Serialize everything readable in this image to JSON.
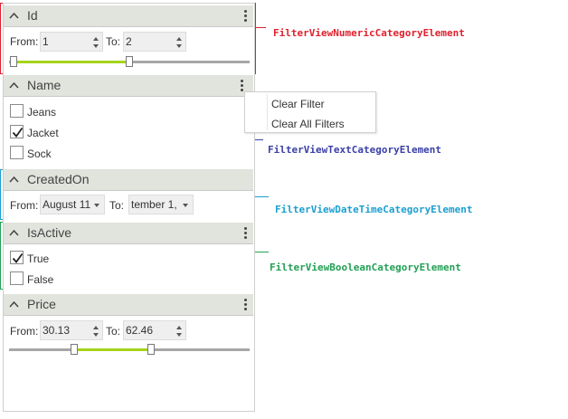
{
  "categories": {
    "id": {
      "title": "Id",
      "from_label": "From:",
      "from_value": "1",
      "to_label": "To:",
      "to_value": "2",
      "range_start": 0.02,
      "range_end": 0.5
    },
    "name": {
      "title": "Name",
      "items": [
        {
          "label": "Jeans",
          "checked": false
        },
        {
          "label": "Jacket",
          "checked": true
        },
        {
          "label": "Sock",
          "checked": false
        }
      ]
    },
    "created_on": {
      "title": "CreatedOn",
      "from_label": "From:",
      "from_value": "August 11",
      "to_label": "To:",
      "to_value": "tember 1,"
    },
    "is_active": {
      "title": "IsActive",
      "items": [
        {
          "label": "True",
          "checked": true
        },
        {
          "label": "False",
          "checked": false
        }
      ]
    },
    "price": {
      "title": "Price",
      "from_label": "From:",
      "from_value": "30.13",
      "to_label": "To:",
      "to_value": "62.46",
      "range_start": 0.27,
      "range_end": 0.59
    }
  },
  "context_menu": {
    "items": [
      "Clear Filter",
      "Clear All Filters"
    ]
  },
  "annotations": {
    "numeric": {
      "text": "FilterViewNumericCategoryElement",
      "color": "#e0202e"
    },
    "text": {
      "text": "FilterViewTextCategoryElement",
      "color": "#3b3fa6"
    },
    "datetime": {
      "text": "FilterViewDateTimeCategoryElement",
      "color": "#1c9fd0"
    },
    "boolean": {
      "text": "FilterViewBooleanCategoryElement",
      "color": "#23a055"
    }
  },
  "colors": {
    "accent": "#a6d21b",
    "header_bg": "#e1e3dd"
  }
}
